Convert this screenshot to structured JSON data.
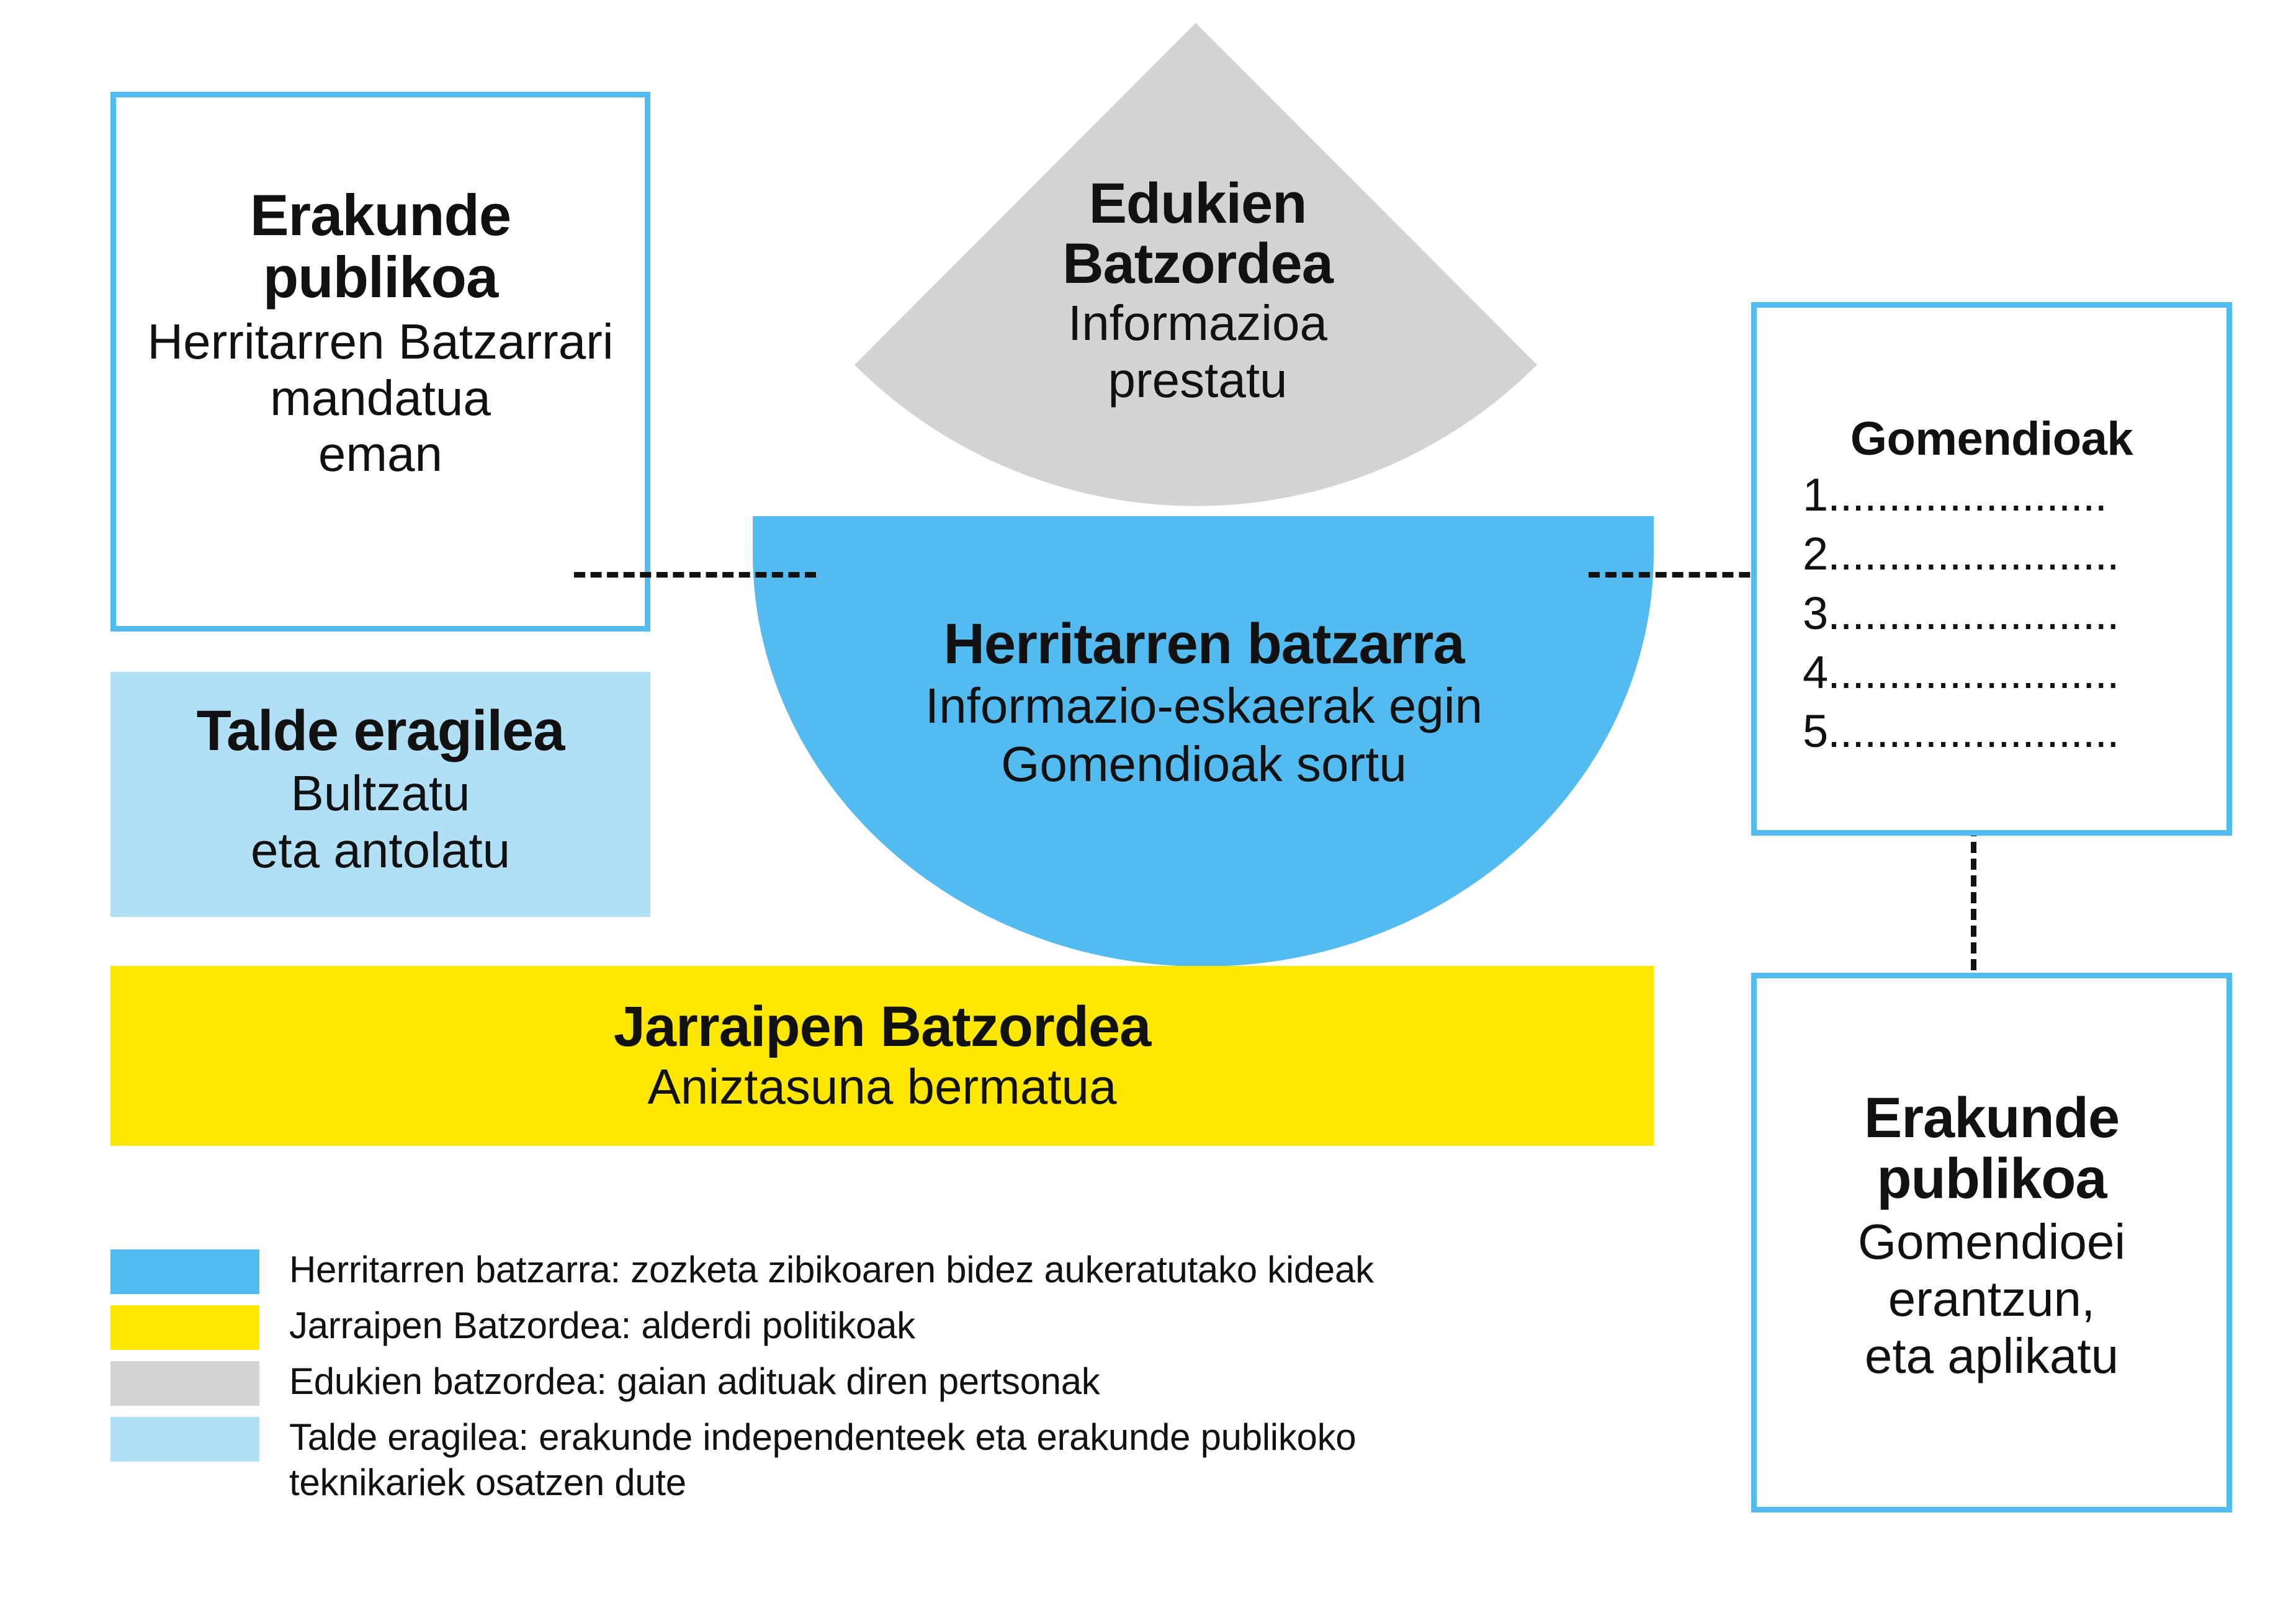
{
  "colors": {
    "blue": "#53BBEF",
    "yellow": "#FFE800",
    "gray": "#D3D3D3",
    "light_blue": "#B1DFF5",
    "text": "#111111"
  },
  "nodes": {
    "erakunde_publikoa_top": {
      "title": "Erakunde\npublikoa",
      "subtitle": "Herritarren Batzarrari\nmandatua\neman"
    },
    "edukien_batzordea": {
      "title": "Edukien\nBatzordea",
      "subtitle": "Informazioa\nprestatu"
    },
    "herritarren_batzarra": {
      "title": "Herritarren batzarra",
      "subtitle": "Informazio-eskaerak egin\nGomendioak sortu"
    },
    "talde_eragilea": {
      "title": "Talde eragilea",
      "subtitle": "Bultzatu\neta antolatu"
    },
    "jarraipen_batzordea": {
      "title": "Jarraipen Batzordea",
      "subtitle": "Aniztasuna bermatua"
    },
    "gomendioak": {
      "title": "Gomendioak",
      "items": [
        "1.......................",
        "2........................",
        "3........................",
        "4........................",
        "5........................"
      ]
    },
    "erakunde_publikoa_bottom": {
      "title": "Erakunde\npublikoa",
      "subtitle": "Gomendioei\nerantzun,\neta aplikatu"
    }
  },
  "legend": {
    "items": [
      {
        "color": "#53BBEF",
        "label": "Herritarren batzarra: zozketa zibikoaren bidez aukeratutako kideak"
      },
      {
        "color": "#FFE800",
        "label": "Jarraipen Batzordea: alderdi politikoak"
      },
      {
        "color": "#D3D3D3",
        "label": "Edukien batzordea: gaian adituak diren pertsonak"
      },
      {
        "color": "#B1DFF5",
        "label": "Talde eragilea: erakunde independenteek eta erakunde publikoko\nteknikariek osatzen dute"
      }
    ]
  }
}
